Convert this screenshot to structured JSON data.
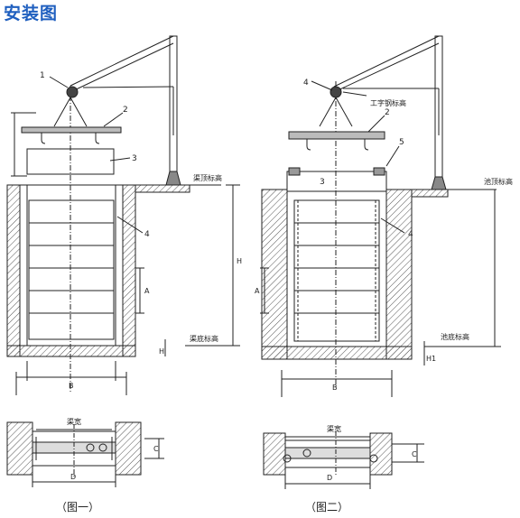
{
  "title": "安装图",
  "fig1": {
    "callouts": [
      "1",
      "2",
      "3",
      "4"
    ],
    "top_level": "渠顶标高",
    "bottom_level": "渠底标高",
    "dim_h": "H",
    "dim_a": "A",
    "dim_b": "B",
    "dim_h1": "H",
    "plan_width": "渠宽",
    "dim_c": "C",
    "dim_d": "D",
    "caption": "（图一）"
  },
  "fig2": {
    "callouts": [
      "4",
      "2",
      "3",
      "5",
      "4"
    ],
    "beam_level": "工字钢标高",
    "top_level": "池顶标高",
    "bottom_level": "池底标高",
    "dim_a": "A",
    "dim_b": "B",
    "dim_h1": "H1",
    "plan_width": "渠宽",
    "dim_c": "C",
    "dim_d": "D",
    "caption": "（图二）"
  },
  "colors": {
    "title": "#1f5fbf",
    "line": "#222222",
    "hatch": "#555555"
  }
}
